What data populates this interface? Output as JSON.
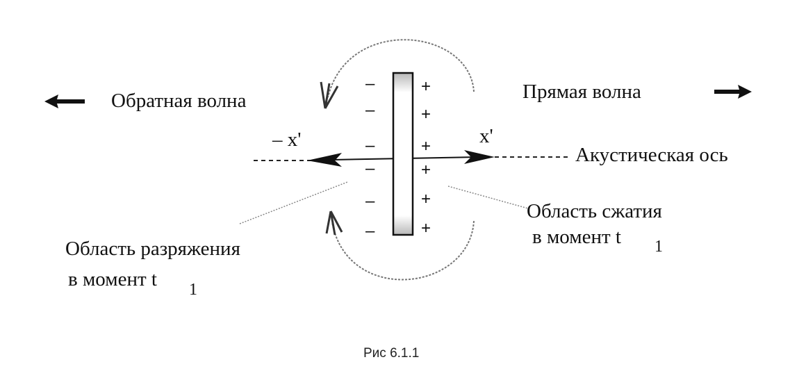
{
  "figure": {
    "backward_wave_label": "Обратная волна",
    "forward_wave_label": "Прямая волна",
    "neg_axis_label": "– x'",
    "pos_axis_label": "x'",
    "acoustic_axis_label": "Акустическая ось",
    "compression_region": {
      "line1": "Область сжатия",
      "line2": "в момент t",
      "subscript": "1"
    },
    "rarefaction_region": {
      "line1": "Область разряжения",
      "line2": "в момент t",
      "subscript": "1"
    },
    "minus_sign": "–",
    "plus_sign": "+",
    "caption": "Рис 6.1.1"
  }
}
